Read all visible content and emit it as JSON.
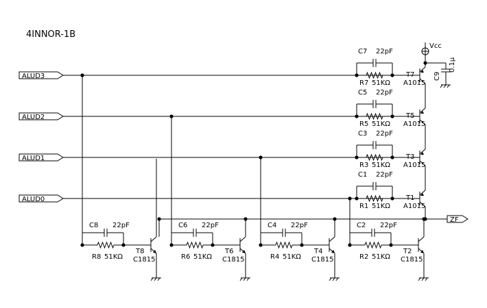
{
  "title": "4INNOR-1B",
  "vcc_label": "Vcc",
  "decoupling_cap": {
    "ref": "C9",
    "value": "0.1μ"
  },
  "output_port": "ZF",
  "input_ports": [
    "ALUD3",
    "ALUD2",
    "ALUD1",
    "ALUD0"
  ],
  "pnp_stages": [
    {
      "cap": "C7",
      "cap_value": "22pF",
      "res": "R7",
      "res_value": "51KΩ",
      "transistor": "T7",
      "part": "A1015"
    },
    {
      "cap": "C5",
      "cap_value": "22pF",
      "res": "R5",
      "res_value": "51KΩ",
      "transistor": "T5",
      "part": "A1015"
    },
    {
      "cap": "C3",
      "cap_value": "22pF",
      "res": "R3",
      "res_value": "51KΩ",
      "transistor": "T3",
      "part": "A1015"
    },
    {
      "cap": "C1",
      "cap_value": "22pF",
      "res": "R1",
      "res_value": "51KΩ",
      "transistor": "T1",
      "part": "A1015"
    }
  ],
  "npn_stages": [
    {
      "cap": "C8",
      "cap_value": "22pF",
      "res": "R8",
      "res_value": "51KΩ",
      "transistor": "T8",
      "part": "C1815"
    },
    {
      "cap": "C6",
      "cap_value": "22pF",
      "res": "R6",
      "res_value": "51KΩ",
      "transistor": "T6",
      "part": "C1815"
    },
    {
      "cap": "C4",
      "cap_value": "22pF",
      "res": "R4",
      "res_value": "51KΩ",
      "transistor": "T4",
      "part": "C1815"
    },
    {
      "cap": "C2",
      "cap_value": "22pF",
      "res": "R2",
      "res_value": "51KΩ",
      "transistor": "T2",
      "part": "C1815"
    }
  ]
}
